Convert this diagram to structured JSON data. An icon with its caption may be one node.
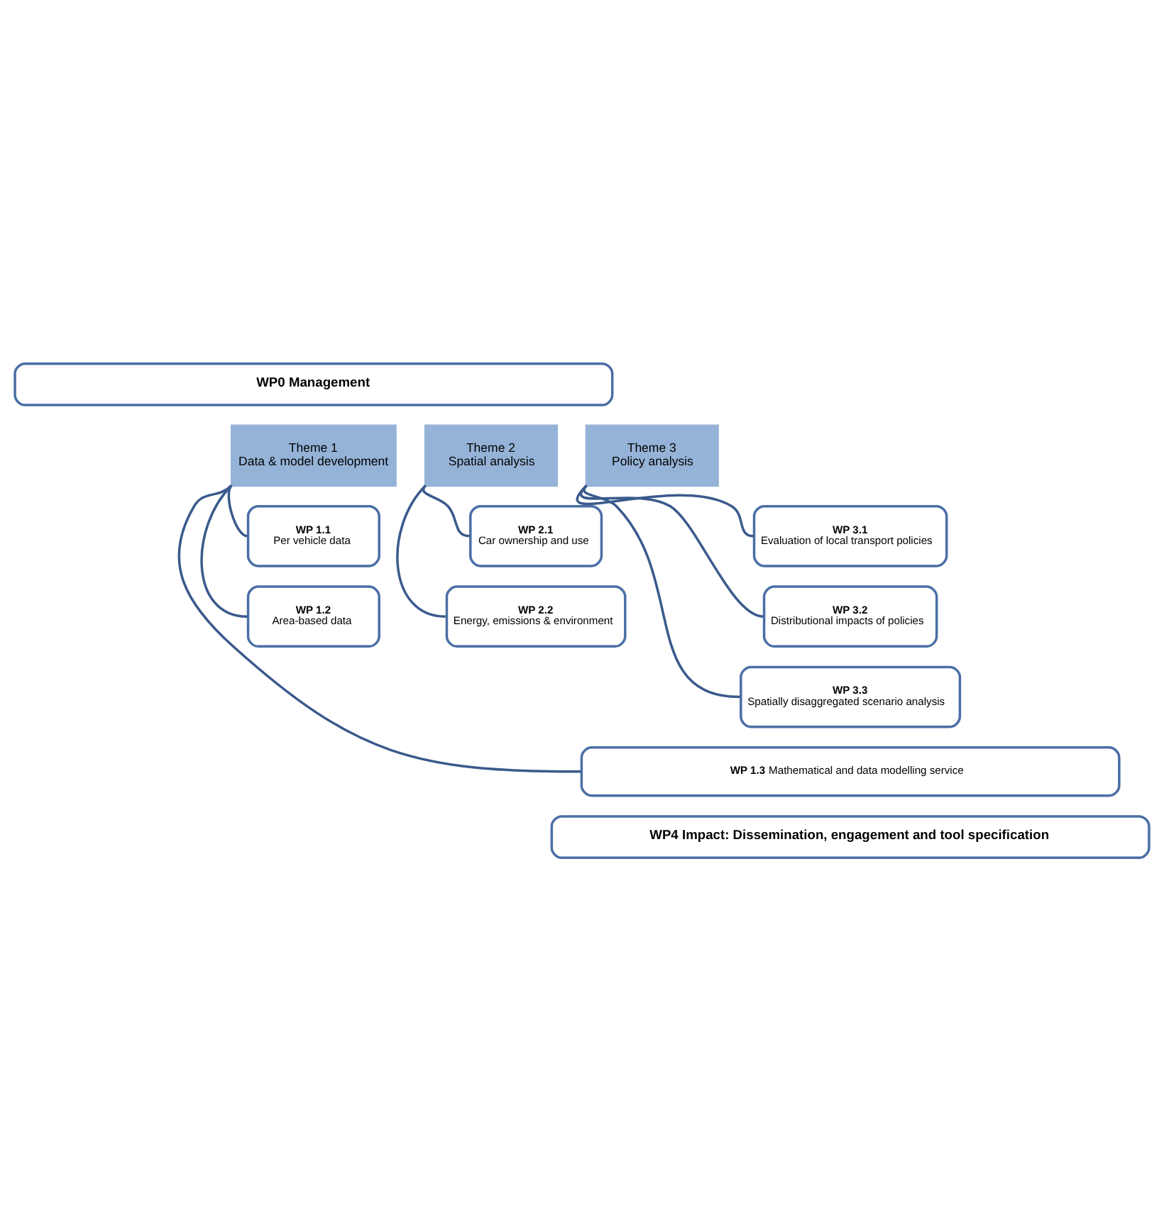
{
  "diagram": {
    "nodes": [
      {
        "text": [
          "WP0 Management"
        ]
      },
      {
        "text": [
          "Theme 1",
          "Data & model development"
        ]
      },
      {
        "text": [
          "Theme 2",
          "Spatial analysis"
        ]
      },
      {
        "text": [
          "Theme 3",
          "Policy analysis"
        ]
      },
      {
        "text": [
          "WP 1.1",
          "Per vehicle data"
        ]
      },
      {
        "text": [
          "WP 1.2",
          "Area-based data"
        ]
      },
      {
        "text": [
          "WP 2.1",
          "Car ownership and use"
        ]
      },
      {
        "text": [
          "WP 2.2",
          "Energy, emissions & environment"
        ]
      },
      {
        "text": [
          "WP 3.1",
          "Evaluation of local transport policies"
        ]
      },
      {
        "text": [
          "WP 3.2",
          "Distributional impacts of policies"
        ]
      },
      {
        "text": [
          "WP 3.3",
          "Spatially disaggregated scenario analysis"
        ]
      },
      {
        "text": [
          "WP 1.3",
          "Mathematical and data modelling service"
        ]
      },
      {
        "text": [
          "WP4 Impact: Dissemination, engagement and tool specification"
        ]
      }
    ],
    "edges": [
      {
        "from": 1,
        "to": 4,
        "arrow": "none"
      },
      {
        "from": 1,
        "to": 5,
        "arrow": "none"
      },
      {
        "from": 1,
        "to": 11,
        "arrow": "none"
      },
      {
        "from": 2,
        "to": 6,
        "arrow": "none"
      },
      {
        "from": 2,
        "to": 7,
        "arrow": "none"
      },
      {
        "from": 3,
        "to": 8,
        "arrow": "none"
      },
      {
        "from": 3,
        "to": 9,
        "arrow": "none"
      },
      {
        "from": 3,
        "to": 10,
        "arrow": "none"
      }
    ]
  }
}
